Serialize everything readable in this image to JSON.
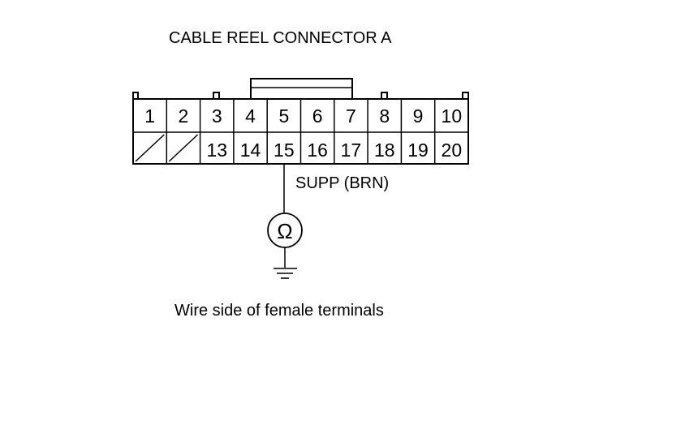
{
  "diagram": {
    "title": "CABLE REEL CONNECTOR A",
    "caption": "Wire side of female terminals",
    "wire_label": "SUPP (BRN)",
    "meter_symbol": "Ω",
    "top_row_pins": [
      "1",
      "2",
      "3",
      "4",
      "5",
      "6",
      "7",
      "8",
      "9",
      "10"
    ],
    "bottom_row_pins": [
      "",
      "",
      "13",
      "14",
      "15",
      "16",
      "17",
      "18",
      "19",
      "20"
    ],
    "blank_cavities": [
      1,
      2
    ],
    "probed_pin": "15",
    "icons": {
      "meter": "ohmmeter-icon",
      "ground": "ground-icon"
    }
  }
}
